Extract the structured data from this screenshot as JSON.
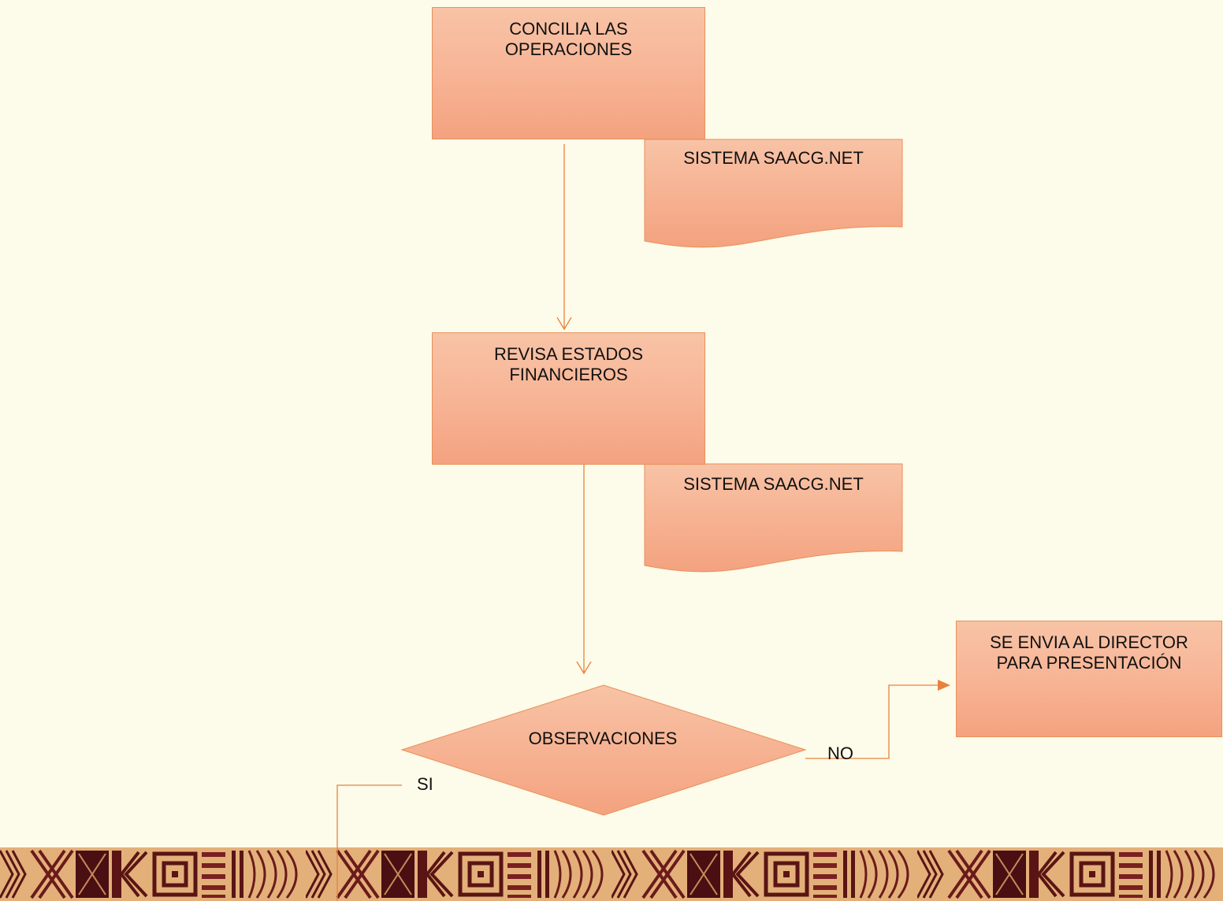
{
  "nodes": {
    "concilia": "CONCILIA LAS OPERACIONES",
    "sistema1": "SISTEMA SAACG.NET",
    "revisa": "REVISA ESTADOS FINANCIEROS",
    "sistema2": "SISTEMA SAACG.NET",
    "observaciones": "OBSERVACIONES",
    "envia": "SE ENVIA AL DIRECTOR PARA PRESENTACIÓN"
  },
  "edges": {
    "no": "NO",
    "si": "SI"
  },
  "colors": {
    "background": "#fdfbe9",
    "shape_fill_top": "#f8c3a6",
    "shape_fill_bottom": "#f4a27f",
    "stroke": "#e8905a",
    "arrow": "#e8823e",
    "band_dark": "#5a1414",
    "band_light": "#e3b07a"
  }
}
